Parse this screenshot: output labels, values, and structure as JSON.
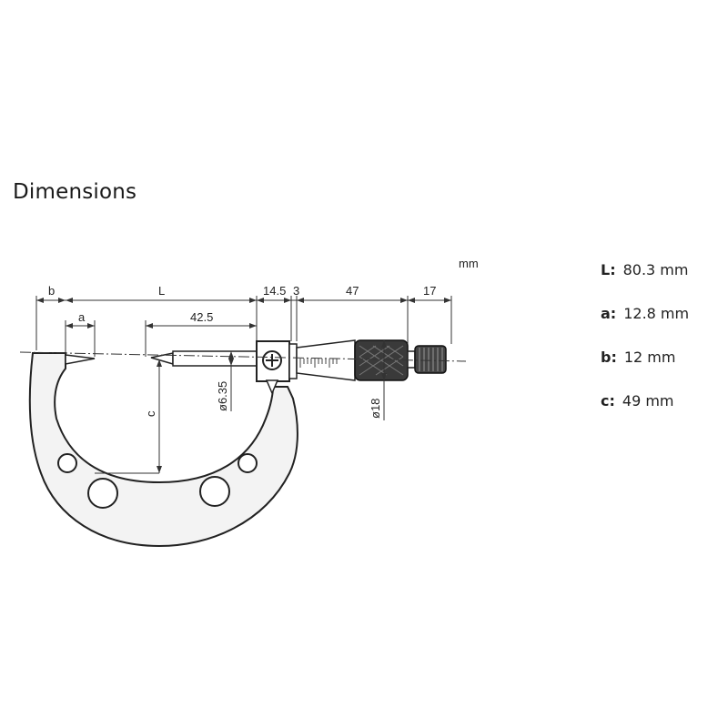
{
  "section": {
    "title": "Dimensions"
  },
  "drawing": {
    "unit_label": "mm",
    "labels": {
      "b": "b",
      "L": "L",
      "d14_5": "14.5",
      "d3": "3",
      "d47": "47",
      "d17": "17",
      "a": "a",
      "d42_5": "42.5",
      "c": "c",
      "dia6_35": "ø6.35",
      "dia18": "ø18"
    }
  },
  "specs": [
    {
      "key": "L:",
      "value": "80.3 mm"
    },
    {
      "key": "a:",
      "value": "12.8 mm"
    },
    {
      "key": "b:",
      "value": "12 mm"
    },
    {
      "key": "c:",
      "value": "49 mm"
    }
  ]
}
